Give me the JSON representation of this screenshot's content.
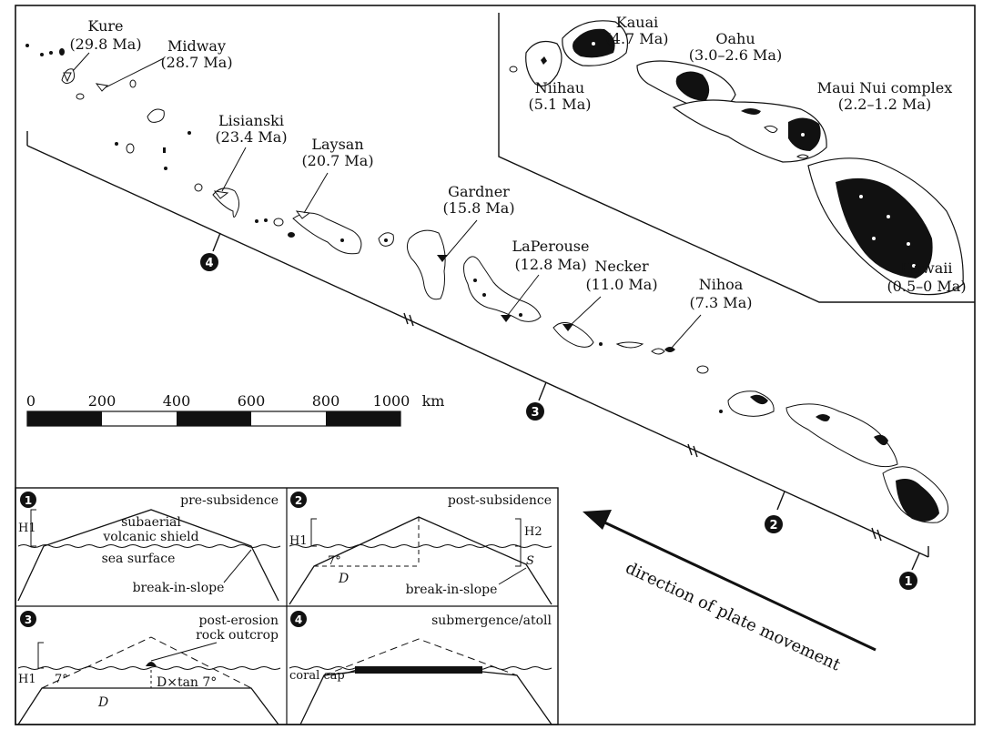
{
  "islands": [
    {
      "name": "Kure",
      "age": "(29.8 Ma)"
    },
    {
      "name": "Midway",
      "age": "(28.7 Ma)"
    },
    {
      "name": "Lisianski",
      "age": "(23.4 Ma)"
    },
    {
      "name": "Laysan",
      "age": "(20.7 Ma)"
    },
    {
      "name": "Gardner",
      "age": "(15.8 Ma)"
    },
    {
      "name": "LaPerouse",
      "age": "(12.8 Ma)"
    },
    {
      "name": "Necker",
      "age": "(11.0 Ma)"
    },
    {
      "name": "Nihoa",
      "age": "(7.3 Ma)"
    }
  ],
  "inset": {
    "kauai": {
      "name": "Kauai",
      "age": "(4.7 Ma)"
    },
    "niihau": {
      "name": "Niihau",
      "age": "(5.1 Ma)"
    },
    "oahu": {
      "name": "Oahu",
      "age": "(3.0–2.6 Ma)"
    },
    "maui": {
      "name": "Maui Nui complex",
      "age": "(2.2–1.2 Ma)"
    },
    "hawaii": {
      "name": "Hawaii",
      "age": "(0.5–0 Ma)"
    }
  },
  "scale": {
    "ticks": [
      "0",
      "200",
      "400",
      "600",
      "800",
      "1000"
    ],
    "unit": "km"
  },
  "segments": [
    "1",
    "2",
    "3",
    "4"
  ],
  "arrow_label": "direction of plate movement",
  "panels": {
    "p1": {
      "num": "1",
      "title": "pre-subsidence",
      "h": "H1",
      "shield1": "subaerial",
      "shield2": "volcanic shield",
      "sea": "sea surface",
      "break": "break-in-slope"
    },
    "p2": {
      "num": "2",
      "title": "post-subsidence",
      "h1": "H1",
      "h2": "H2",
      "s": "S",
      "angle": "7°",
      "d": "D",
      "break": "break-in-slope"
    },
    "p3": {
      "num": "3",
      "title": "post-erosion",
      "rock": "rock outcrop",
      "h": "H1",
      "angle": "7°",
      "d": "D",
      "dtan": "D×tan 7°"
    },
    "p4": {
      "num": "4",
      "title": "submergence/atoll",
      "coral": "coral cap"
    }
  }
}
